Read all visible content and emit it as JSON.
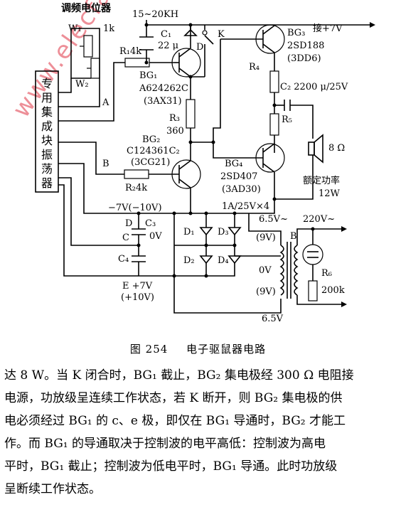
{
  "diagram": {
    "labels": {
      "pot_title": "调频电位器",
      "w1": "W₁",
      "w1_value": "1k",
      "w2": "W₂",
      "freq": "15~20KH",
      "c1": "C₁",
      "c1_value": "22 μ",
      "d": "D",
      "k": "K",
      "bg3": "BG₃",
      "bg3_model": "2SD188",
      "bg3_alt": "(3DD6)",
      "plus7v": "接+7V",
      "r1": "R₁4k",
      "bg1": "BG₁",
      "bg1_model": "A624262C",
      "bg1_alt": "(3AX31)",
      "r4": "R₄",
      "c2": "C₂ 2200 μ/25V",
      "r3": "R₃",
      "r3_value": "360",
      "r5": "R₅",
      "speaker_ohm": "8 Ω",
      "bg2": "BG₂",
      "bg2_model": "C124361C₂",
      "bg2_alt": "(3CG21)",
      "bg4": "BG₄",
      "bg4_model": "2SD407",
      "bg4_alt": "(3AD30)",
      "rated_power": "额定功率",
      "rated_power_value": "12W",
      "a": "A",
      "b": "B",
      "r2": "R₂4k",
      "chip": "专用集成块振荡器",
      "minus7v": "−7V(−10V)",
      "diode_rating": "1A/25V×4",
      "v65_top": "6.5V~",
      "v220": "220V~",
      "d_label": "D",
      "c3": "C₃",
      "c_label": "C",
      "c3_value": "0V",
      "d1": "D₁",
      "d3": "D₃",
      "v9_top": "(9V)",
      "b_label": "B",
      "c4": "C₄",
      "d2": "D₂",
      "d4": "D₄",
      "zero_v": "0V",
      "r6": "R₆",
      "e_label": "E +7V",
      "e_alt": "(+10V)",
      "v9_bottom": "(9V)",
      "r6_value": "200k",
      "v65_bottom": "6.5V"
    }
  },
  "caption": {
    "number": "图 254",
    "title": "电子驱鼠器电路"
  },
  "body_text": [
    "达 8 W。当 K 闭合时，BG₁ 截止，BG₂ 集电极经 300 Ω 电阻接",
    "电源，功放级呈连续工作状态，若 K 断开，则 BG₂ 集电极的供",
    "电必须经过 BG₁ 的 c、e 极，即仅在 BG₁ 导通时，BG₂ 才能工",
    "作。而 BG₁ 的导通取决于控制波的电平高低：控制波为高电",
    "平时，BG₁ 截止；控制波为低电平时，BG₁ 导通。此时功放级",
    "呈断续工作状态。"
  ],
  "watermark": "www.elecfans.com"
}
